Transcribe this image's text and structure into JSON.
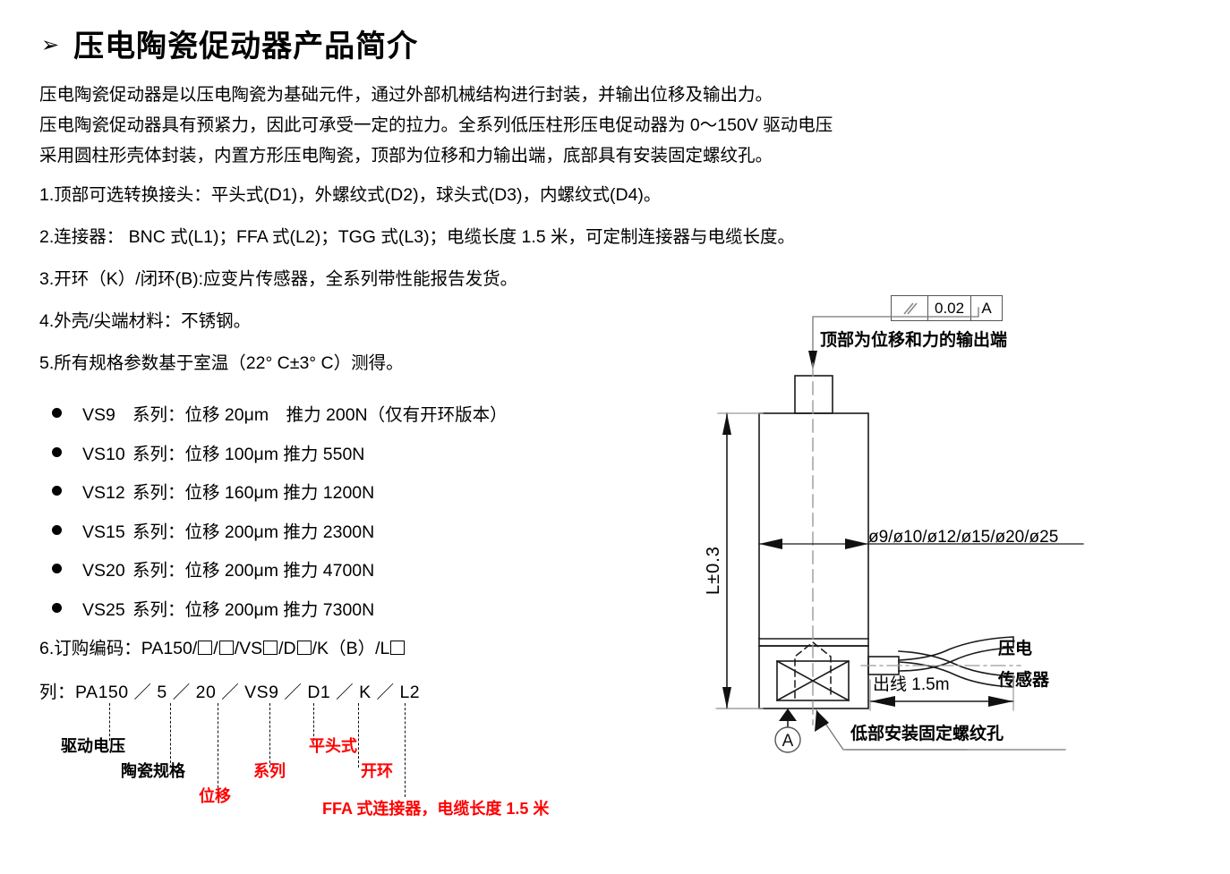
{
  "title": {
    "bullet": "➢",
    "text": "压电陶瓷促动器产品简介"
  },
  "intro": {
    "line1": "压电陶瓷促动器是以压电陶瓷为基础元件，通过外部机械结构进行封装，并输出位移及输出力。",
    "line2": "压电陶瓷促动器具有预紧力，因此可承受一定的拉力。全系列低压柱形压电促动器为 0～150V 驱动电压",
    "line3": "采用圆柱形壳体封装，内置方形压电陶瓷，顶部为位移和力输出端，底部具有安装固定螺纹孔。"
  },
  "numbered_items": [
    "1.顶部可选转换接头：平头式(D1)，外螺纹式(D2)，球头式(D3)，内螺纹式(D4)。",
    "2.连接器：  BNC 式(L1)；FFA 式(L2)；TGG 式(L3)；电缆长度 1.5 米，可定制连接器与电缆长度。",
    "3.开环（K）/闭环(B):应变片传感器，全系列带性能报告发货。",
    "4.外壳/尖端材料：不锈钢。",
    "5.所有规格参数基于室温（22° C±3° C）测得。"
  ],
  "series": [
    {
      "name": "VS9",
      "text": "系列：位移 20μm　推力 200N（仅有开环版本）",
      "displacement": "20μm",
      "force": "200N"
    },
    {
      "name": "VS10",
      "text": "系列：位移 100μm 推力 550N",
      "displacement": "100μm",
      "force": "550N"
    },
    {
      "name": "VS12",
      "text": "系列：位移 160μm 推力 1200N",
      "displacement": "160μm",
      "force": "1200N"
    },
    {
      "name": "VS15",
      "text": "系列：位移 200μm 推力 2300N",
      "displacement": "200μm",
      "force": "2300N"
    },
    {
      "name": "VS20",
      "text": "系列：位移 200μm 推力 4700N",
      "displacement": "200μm",
      "force": "4700N"
    },
    {
      "name": "VS25",
      "text": "系列：位移 200μm 推力 7300N",
      "displacement": "200μm",
      "force": "7300N"
    }
  ],
  "order": {
    "prefix": "6.订购编码：PA150/",
    "seg_a": "/",
    "seg_b": "/VS",
    "seg_c": "/D",
    "seg_d": "/K（B）/L",
    "example": "列：PA150 ／ 5 ／ 20 ／ VS9 ／ D1 ／ K ／ L2",
    "annotations": [
      {
        "label": "驱动电压",
        "color": "black"
      },
      {
        "label": "陶瓷规格",
        "color": "black"
      },
      {
        "label": "位移",
        "color": "red"
      },
      {
        "label": "系列",
        "color": "red"
      },
      {
        "label": "平头式",
        "color": "red"
      },
      {
        "label": "开环",
        "color": "red"
      },
      {
        "label": "FFA 式连接器，电缆长度 1.5 米",
        "color": "red"
      }
    ]
  },
  "drawing": {
    "gdt": {
      "symbol": "∥",
      "tolerance": "0.02",
      "datum": "A"
    },
    "top_note": "顶部为位移和力的输出端",
    "length_dim": "L±0.3",
    "diameter_dim": "ø9/ø10/ø12/ø15/ø20/ø25",
    "cable_dim": "出线 1.5m",
    "cable_label_line1": "压电",
    "cable_label_line2": "传感器",
    "bottom_note": "低部安装固定螺纹孔",
    "datum_mark": "A"
  },
  "colors": {
    "accent_red": "#ff0000",
    "line": "#1a1a1a",
    "frame": "#555555"
  }
}
